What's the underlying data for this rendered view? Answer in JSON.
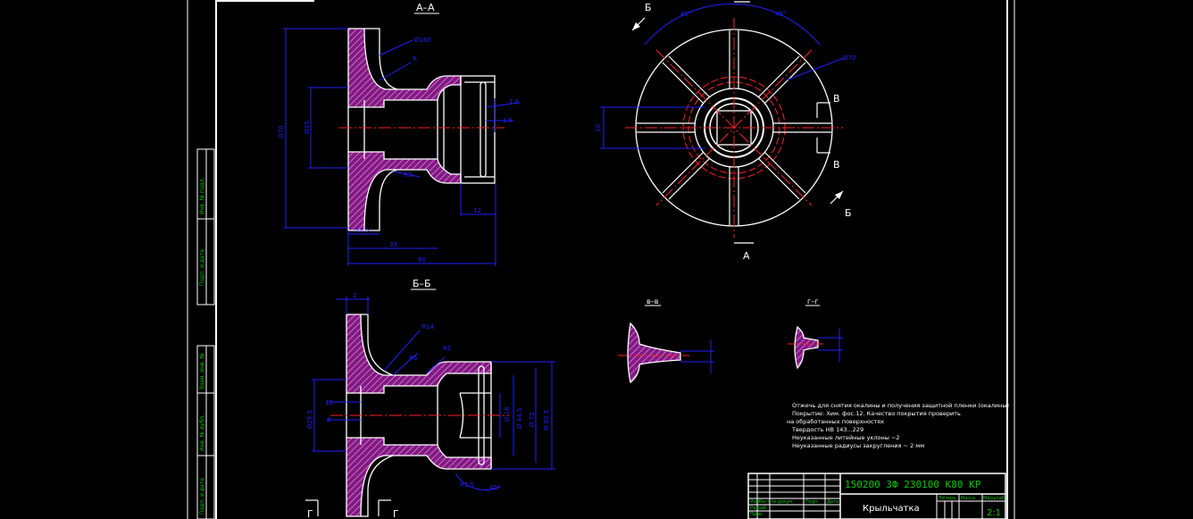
{
  "section_labels": {
    "aa": "А–А",
    "bb": "Б–Б",
    "vv": "в–в",
    "gg": "г–г"
  },
  "cut_markers": {
    "b_top": "Б",
    "b_bottom": "Б",
    "v_top": "В",
    "v_bottom": "В",
    "a": "А",
    "g_left": "Г",
    "g_right": "Г"
  },
  "dimensions_aa": [
    "Ø160",
    "R",
    "Ø70",
    "Ø35",
    "1.8",
    "1.5",
    "R3",
    "12",
    "11.5",
    "33",
    "60"
  ],
  "dimensions_bb": [
    "2",
    "R14",
    "R6",
    "R2",
    "Ø26.5",
    "15",
    "8",
    "Ø 16",
    "Ø 44.5",
    "Ø 72",
    "Ø 60.5",
    "R1.5",
    "45°"
  ],
  "dimensions_plan": [
    "45°",
    "45°",
    "Ø70",
    "30"
  ],
  "notes": [
    "Отжечь для снятия окалины и получения защитной пленки (окалины)",
    "Покрытие: Хим. фос.12. Качество покрытия проверить",
    "на обработанных поверхностях",
    "Твердость НВ 143...229",
    "Неуказанные литейные уклоны ~2",
    "Неуказанные радиусы закругления ~ 2 мм"
  ],
  "title_block": {
    "code": "150200  3Ф  230100  К80  КР",
    "part_name": "Крыльчатка",
    "scale": "2:1",
    "col_headers": [
      "Литера",
      "Масса",
      "Масштаб"
    ],
    "row_labels": [
      "Разраб.",
      "Пров.",
      "Изм.",
      "Лист",
      "№ докум.",
      "Подп.",
      "Дата"
    ]
  },
  "side_stamp_labels": [
    "Инв. № подл.",
    "Подп. и дата",
    "Взам. инв. №",
    "Инв. № дубл.",
    "Подп. и дата"
  ],
  "colors": {
    "background": "#000000",
    "frame": "#ffffff",
    "dimension": "#2020ff",
    "hatch": "#cc33cc",
    "axis": "#ff2020",
    "title_code": "#00cc00"
  }
}
